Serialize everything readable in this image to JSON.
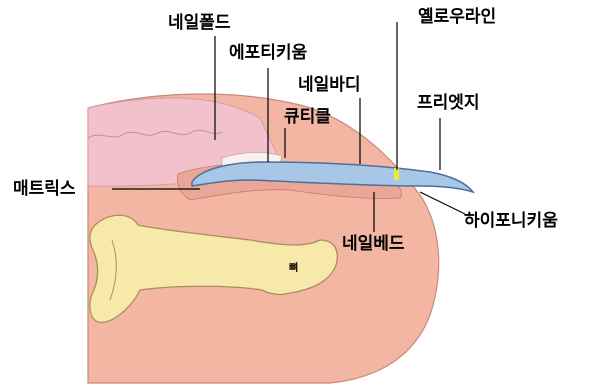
{
  "labels": {
    "nail_fold": "네일폴드",
    "eponychium": "에포티키움",
    "nail_body": "네일바디",
    "cuticle": "큐티클",
    "yellow_line": "옐로우라인",
    "free_edge": "프리엣지",
    "matrix": "매트릭스",
    "hyponychium": "하이포니키움",
    "nail_bed": "네일베드",
    "bone": "뼈"
  },
  "colors": {
    "skin": "#f3b6a2",
    "skin_outline": "#c98a7a",
    "nail_fold": "#f2c2cc",
    "bone": "#f7e9a9",
    "bone_outline": "#a98f60",
    "nail": "#a8c6e6",
    "nail_outline": "#4d6f9c",
    "yellow_line": "#e6ec3a",
    "background": "#ffffff"
  }
}
